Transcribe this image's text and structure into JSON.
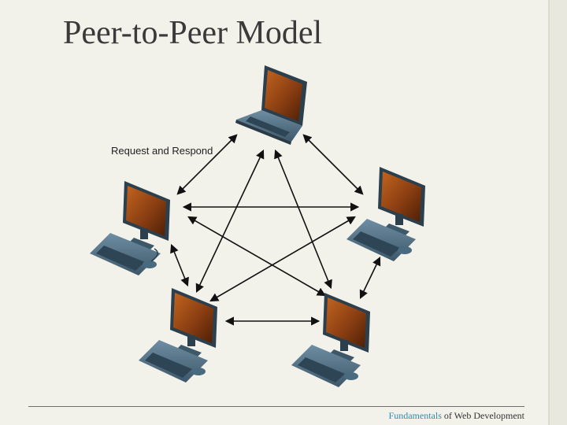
{
  "title": "Peer-to-Peer Model",
  "diagram": {
    "label": "Request and Respond",
    "nodes": [
      {
        "id": "top-laptop",
        "type": "laptop"
      },
      {
        "id": "left-desktop",
        "type": "desktop"
      },
      {
        "id": "right-desktop",
        "type": "desktop"
      },
      {
        "id": "bottom-left-desktop",
        "type": "desktop"
      },
      {
        "id": "bottom-right-desktop",
        "type": "desktop"
      }
    ]
  },
  "footer": {
    "accent_text": "Fundamentals",
    "rest_text": " of Web Development"
  },
  "colors": {
    "background": "#f3f2ea",
    "screen": "#8a3e12",
    "device": "#4a6a80",
    "accent": "#2e8bb0"
  }
}
